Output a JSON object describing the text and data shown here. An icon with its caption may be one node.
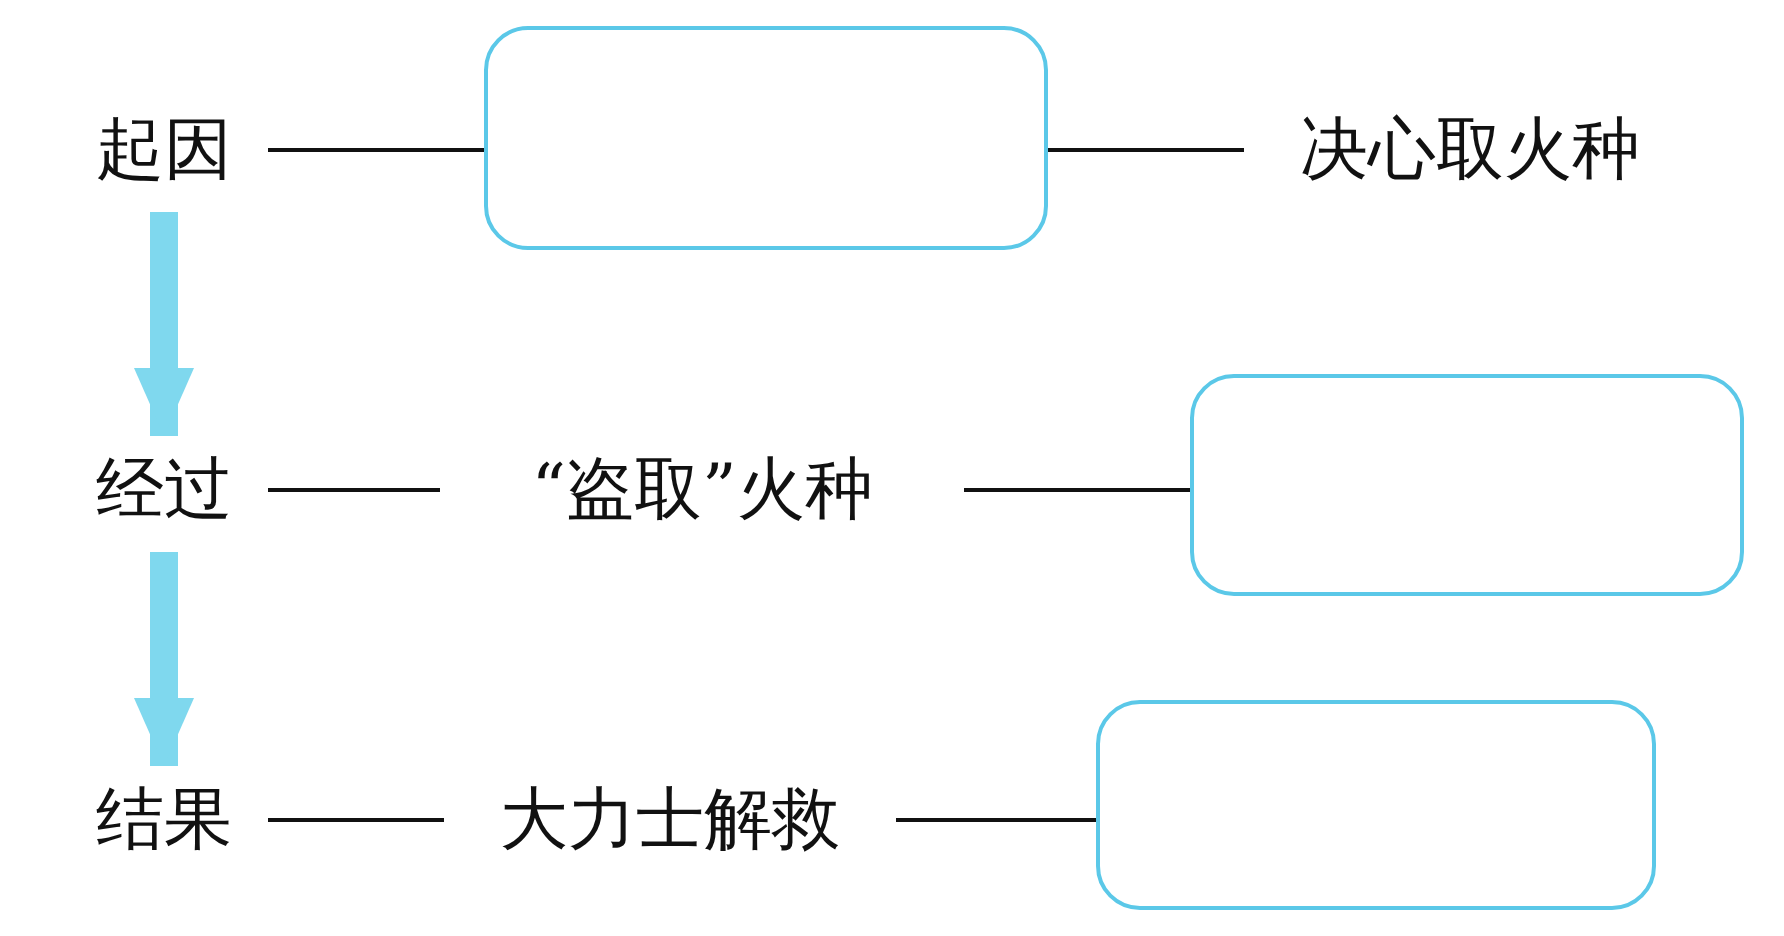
{
  "diagram": {
    "nodes": [
      {
        "text": [
          "起因"
        ]
      },
      {
        "text": [],
        "shape": "box"
      },
      {
        "text": [
          "决心取火种"
        ]
      },
      {
        "text": [
          "经过"
        ]
      },
      {
        "text": [
          "“盗取”火种"
        ]
      },
      {
        "text": [],
        "shape": "box"
      },
      {
        "text": [
          "结果"
        ]
      },
      {
        "text": [
          "大力士解救"
        ]
      },
      {
        "text": [],
        "shape": "box"
      }
    ],
    "edges": [
      {
        "from": 0,
        "to": 1,
        "arrow": "none"
      },
      {
        "from": 1,
        "to": 2,
        "arrow": "none"
      },
      {
        "from": 3,
        "to": 4,
        "arrow": "none"
      },
      {
        "from": 4,
        "to": 5,
        "arrow": "none"
      },
      {
        "from": 6,
        "to": 7,
        "arrow": "none"
      },
      {
        "from": 7,
        "to": 8,
        "arrow": "none"
      },
      {
        "from": 0,
        "to": 3,
        "arrow": "to",
        "style": "thick",
        "color": "#7fd8ee"
      },
      {
        "from": 3,
        "to": 6,
        "arrow": "to",
        "style": "thick",
        "color": "#7fd8ee"
      }
    ]
  }
}
